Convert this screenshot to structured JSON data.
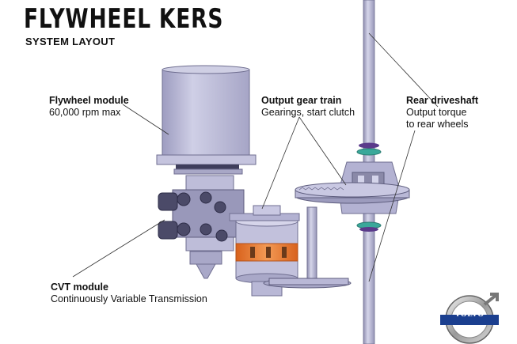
{
  "title": "FLYWHEEL KERS",
  "subtitle": "SYSTEM LAYOUT",
  "callouts": {
    "flywheel": {
      "heading": "Flywheel module",
      "detail": "60,000 rpm max"
    },
    "output_gear": {
      "heading": "Output gear train",
      "detail": "Gearings, start clutch"
    },
    "driveshaft": {
      "heading": "Rear driveshaft",
      "detail_line1": "Output torque",
      "detail_line2": "to rear wheels"
    },
    "cvt": {
      "heading": "CVT module",
      "detail": "Continuously Variable Transmission"
    }
  },
  "logo": {
    "text": "VOLVO",
    "color": "#1b3f8f"
  },
  "colors": {
    "metal_body": "#bdbcd8",
    "metal_dark": "#8a89a8",
    "clutch_orange": "#e8742a",
    "seal_green": "#3aa89a",
    "seal_purple": "#5a3a8a"
  }
}
